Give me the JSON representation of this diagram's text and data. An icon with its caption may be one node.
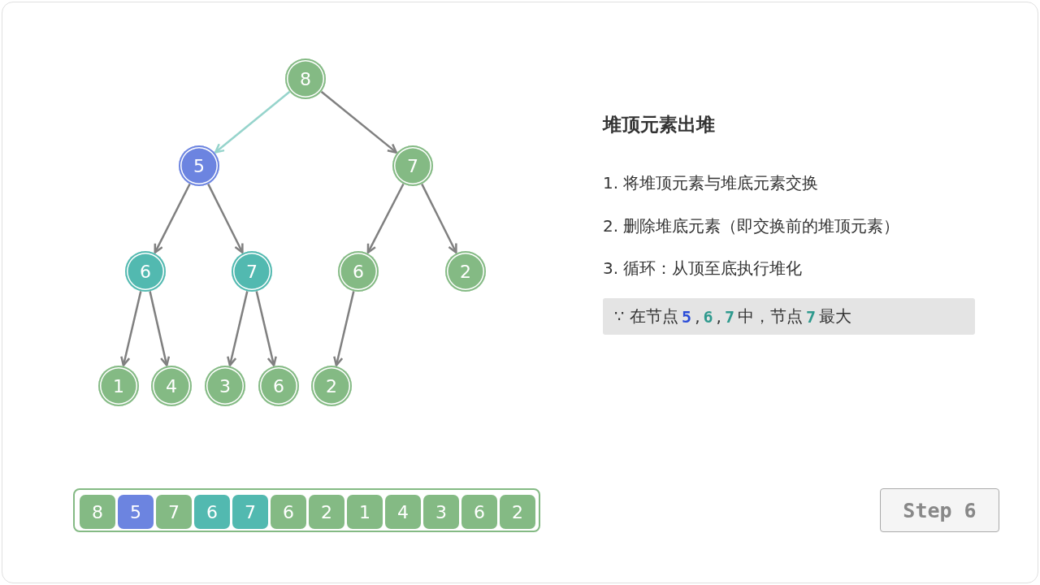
{
  "diagram": {
    "title": "堆顶元素出堆",
    "nodes": [
      {
        "text": [
          "8"
        ]
      },
      {
        "text": [
          "5"
        ]
      },
      {
        "text": [
          "7"
        ]
      },
      {
        "text": [
          "6"
        ]
      },
      {
        "text": [
          "7"
        ]
      },
      {
        "text": [
          "6"
        ]
      },
      {
        "text": [
          "2"
        ]
      },
      {
        "text": [
          "1"
        ]
      },
      {
        "text": [
          "4"
        ]
      },
      {
        "text": [
          "3"
        ]
      },
      {
        "text": [
          "6"
        ]
      },
      {
        "text": [
          "2"
        ]
      },
      {
        "text": [],
        "shape": "box"
      },
      {
        "text": [
          "8"
        ],
        "in": 12
      },
      {
        "text": [
          "5"
        ],
        "in": 12
      },
      {
        "text": [
          "7"
        ],
        "in": 12
      },
      {
        "text": [
          "6"
        ],
        "in": 12
      },
      {
        "text": [
          "7"
        ],
        "in": 12
      },
      {
        "text": [
          "6"
        ],
        "in": 12
      },
      {
        "text": [
          "2"
        ],
        "in": 12
      },
      {
        "text": [
          "1"
        ],
        "in": 12
      },
      {
        "text": [
          "4"
        ],
        "in": 12
      },
      {
        "text": [
          "3"
        ],
        "in": 12
      },
      {
        "text": [
          "6"
        ],
        "in": 12
      },
      {
        "text": [
          "2"
        ],
        "in": 12
      },
      {
        "text": [
          "∵ 在节点 **5**, **6**, **7** 中，节点 **7** 最大"
        ]
      },
      {
        "text": [
          "Step 6"
        ]
      }
    ],
    "edges": [
      {
        "from": 0,
        "to": 1,
        "arrow": "to",
        "color": "#96d4cc"
      },
      {
        "from": 0,
        "to": 2,
        "arrow": "to"
      },
      {
        "from": 1,
        "to": 3,
        "arrow": "to"
      },
      {
        "from": 1,
        "to": 4,
        "arrow": "to"
      },
      {
        "from": 2,
        "to": 5,
        "arrow": "to"
      },
      {
        "from": 2,
        "to": 6,
        "arrow": "to"
      },
      {
        "from": 3,
        "to": 7,
        "arrow": "to"
      },
      {
        "from": 3,
        "to": 8,
        "arrow": "to"
      },
      {
        "from": 4,
        "to": 9,
        "arrow": "to"
      },
      {
        "from": 4,
        "to": 10,
        "arrow": "to"
      },
      {
        "from": 5,
        "to": 11,
        "arrow": "to"
      }
    ],
    "labels": [
      "1. 将堆顶元素与堆底元素交换",
      "2. 删除堆底元素（即交换前的堆顶元素）",
      "3. 循环：从顶至底执行堆化"
    ]
  }
}
